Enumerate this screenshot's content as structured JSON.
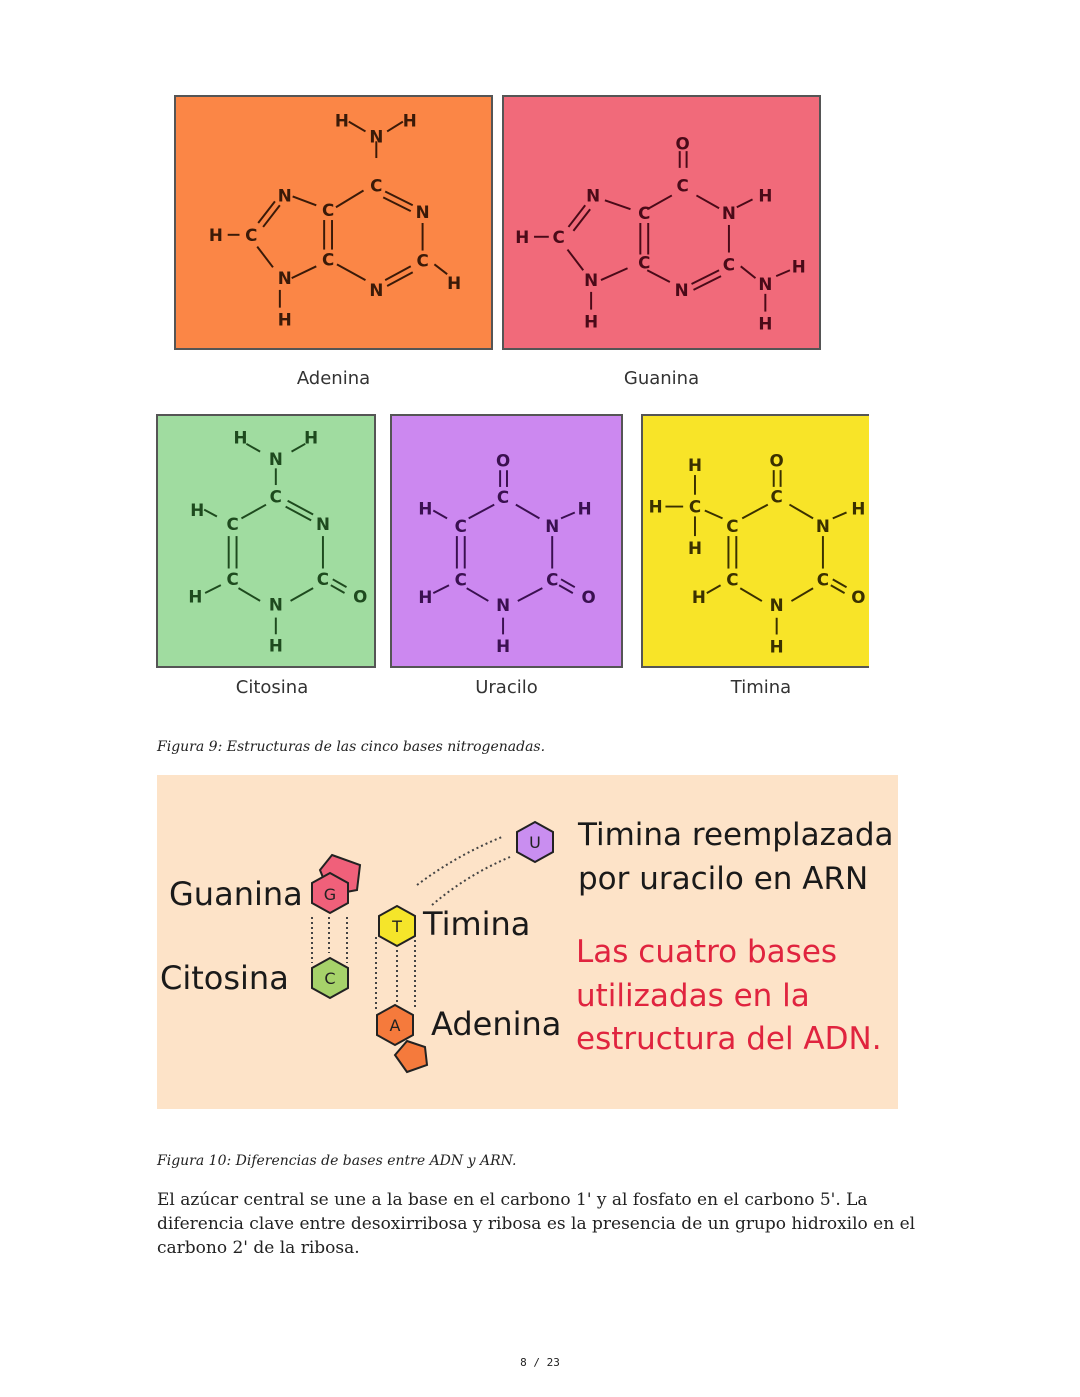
{
  "figure9": {
    "panels": [
      {
        "id": "adenina",
        "label": "Adenina",
        "color": "#fb8646",
        "ink": "#3a1a08"
      },
      {
        "id": "guanina",
        "label": "Guanina",
        "color": "#f16a7a",
        "ink": "#4a0a18"
      },
      {
        "id": "citosina",
        "label": "Citosina",
        "color": "#a0dca0",
        "ink": "#1e4a1e"
      },
      {
        "id": "uracilo",
        "label": "Uracilo",
        "color": "#cc88f0",
        "ink": "#3a1050"
      },
      {
        "id": "timina",
        "label": "Timina",
        "color": "#f8e428",
        "ink": "#3a3000"
      }
    ],
    "caption": "Figura 9: Estructuras de las cinco bases nitrogenadas."
  },
  "figure10": {
    "background": "#fde3c8",
    "bases": [
      {
        "letter": "G",
        "label": "Guanina",
        "color": "#f0607a"
      },
      {
        "letter": "C",
        "label": "Citosina",
        "color": "#a6d26a"
      },
      {
        "letter": "T",
        "label": "Timina",
        "color": "#f5e52a"
      },
      {
        "letter": "A",
        "label": "Adenina",
        "color": "#f57a3c"
      },
      {
        "letter": "U",
        "label": "",
        "color": "#c98ef0"
      }
    ],
    "note_black": [
      "Timina reemplazada",
      "por uracilo en ARN"
    ],
    "note_red": [
      "Las cuatro bases",
      "utilizadas en la",
      "estructura del ADN."
    ],
    "red_color": "#e0243f",
    "caption": "Figura 10: Diferencias de bases entre ADN y ARN."
  },
  "body": {
    "paragraph": "El azúcar central se une a la base en el carbono 1' y al fosfato en el carbono 5'. La diferencia clave entre desoxirribosa y ribosa es la presencia de un grupo hidroxilo en el carbono 2' de la ribosa."
  },
  "footer": {
    "page": "8 / 23"
  }
}
